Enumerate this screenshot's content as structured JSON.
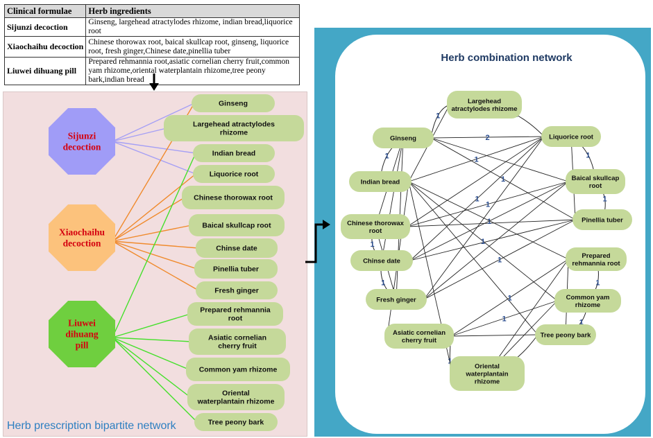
{
  "table": {
    "header": [
      "Clinical formulae",
      "Herb ingredients"
    ],
    "rows": [
      {
        "formula": "Sijunzi decoction",
        "ingredients": "Ginseng, largehead atractylodes rhizome, indian bread,liquorice root"
      },
      {
        "formula": "Xiaochaihu decoction",
        "ingredients": "Chinese thorowax root, baical skullcap root, ginseng, liquorice root, fresh ginger,Chinese date,pinellia tuber"
      },
      {
        "formula": "Liuwei dihuang pill",
        "ingredients": "Prepared rehmannia root,asiatic cornelian cherry fruit,common yam rhizome,oriental waterplantain rhizome,tree peony bark,indian bread"
      }
    ]
  },
  "bipartite": {
    "title": "Herb prescription bipartite network",
    "formulas": [
      {
        "label": "Sijunzi decoction",
        "color": "#a09cf7",
        "text_color": "#d4000f"
      },
      {
        "label": "Xiaochaihu decoction",
        "color": "#fcc27c",
        "text_color": "#d4000f"
      },
      {
        "label": "Liuwei dihuang pill",
        "color": "#6fcf3f",
        "text_color": "#d4000f"
      }
    ],
    "herbs": [
      "Ginseng",
      "Largehead atractylodes rhizome",
      "Indian bread",
      "Liquorice root",
      "Chinese thorowax root",
      "Baical skullcap root",
      "Chinse date",
      "Pinellia tuber",
      "Fresh ginger",
      "Prepared rehmannia root",
      "Asiatic cornelian cherry fruit",
      "Common yam rhizome",
      "Oriental waterplantain rhizome",
      "Tree peony bark"
    ],
    "edges": {
      "Sijunzi decoction": [
        "Ginseng",
        "Largehead atractylodes rhizome",
        "Indian bread",
        "Liquorice root"
      ],
      "Xiaochaihu decoction": [
        "Ginseng",
        "Liquorice root",
        "Chinese thorowax root",
        "Baical skullcap root",
        "Chinse date",
        "Pinellia tuber",
        "Fresh ginger"
      ],
      "Liuwei dihuang pill": [
        "Indian bread",
        "Prepared rehmannia root",
        "Asiatic cornelian cherry fruit",
        "Common yam rhizome",
        "Oriental waterplantain rhizome",
        "Tree peony bark"
      ]
    },
    "edge_colors": {
      "Sijunzi decoction": "#a59ff5",
      "Xiaochaihu decoction": "#f08a2c",
      "Liuwei dihuang pill": "#44e02a"
    }
  },
  "network": {
    "title": "Herb combination network",
    "nodes": [
      "Largehead atractylodes rhizome",
      "Ginseng",
      "Liquorice root",
      "Indian bread",
      "Baical skullcap root",
      "Chinese thorowax root",
      "Pinellia tuber",
      "Chinse date",
      "Prepared rehmannia root",
      "Fresh ginger",
      "Common yam rhizome",
      "Asiatic cornelian cherry fruit",
      "Tree peony bark",
      "Oriental waterplantain rhizome"
    ],
    "edge_weight_labels": [
      "1",
      "2"
    ]
  },
  "colors": {
    "node_fill": "#c5d99a",
    "panel_blue": "#44a7c6",
    "panel_pink": "#f2dedf",
    "title_blue": "#2d7fc1",
    "network_title": "#1f3a63"
  }
}
